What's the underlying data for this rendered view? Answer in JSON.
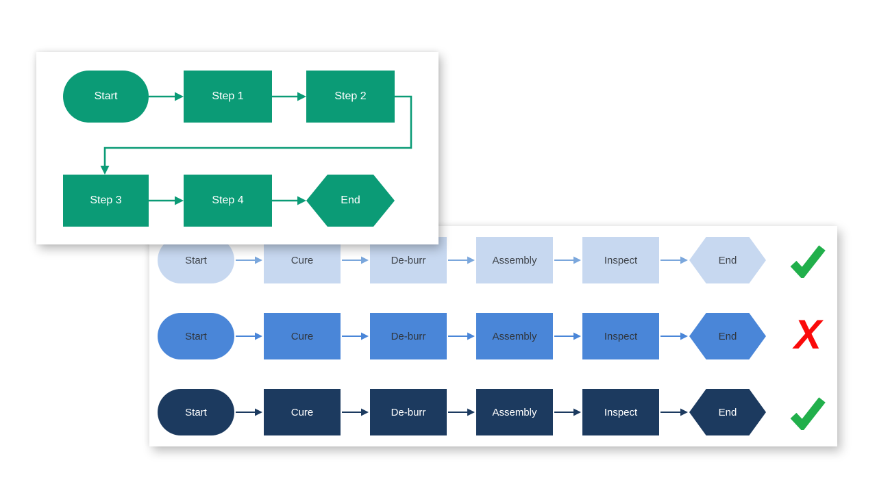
{
  "page": {
    "background": "#ffffff"
  },
  "green_flowchart": {
    "fill": "#0B9B76",
    "text_color": "#FFFFFF",
    "nodes": [
      {
        "id": "start",
        "shape": "stadium",
        "label": "Start"
      },
      {
        "id": "step-1",
        "shape": "rect",
        "label": "Step 1"
      },
      {
        "id": "step-2",
        "shape": "rect",
        "label": "Step 2"
      },
      {
        "id": "step-3",
        "shape": "rect",
        "label": "Step 3"
      },
      {
        "id": "step-4",
        "shape": "rect",
        "label": "Step 4"
      },
      {
        "id": "end",
        "shape": "hexagon",
        "label": "End"
      }
    ]
  },
  "blue_flowcharts": {
    "steps": [
      {
        "shape": "stadium",
        "label": "Start"
      },
      {
        "shape": "rect",
        "label": "Cure"
      },
      {
        "shape": "rect",
        "label": "De-burr"
      },
      {
        "shape": "rect",
        "label": "Assembly"
      },
      {
        "shape": "rect",
        "label": "Inspect"
      },
      {
        "shape": "hexagon",
        "label": "End"
      }
    ],
    "rows": [
      {
        "variant": "light",
        "fill": "#C7D8F0",
        "text_color": "#3F444B",
        "arrow_color": "#7BA7DC",
        "status": "check"
      },
      {
        "variant": "medium",
        "fill": "#4A86D8",
        "text_color": "#30363E",
        "arrow_color": "#4A86D8",
        "status": "cross"
      },
      {
        "variant": "dark",
        "fill": "#1C3A5F",
        "text_color": "#FFFFFF",
        "arrow_color": "#1C3A5F",
        "status": "check"
      }
    ],
    "status_icons": {
      "check_color": "#21AF4B",
      "cross_color": "#FA0A0A",
      "cross_glyph": "X"
    }
  }
}
